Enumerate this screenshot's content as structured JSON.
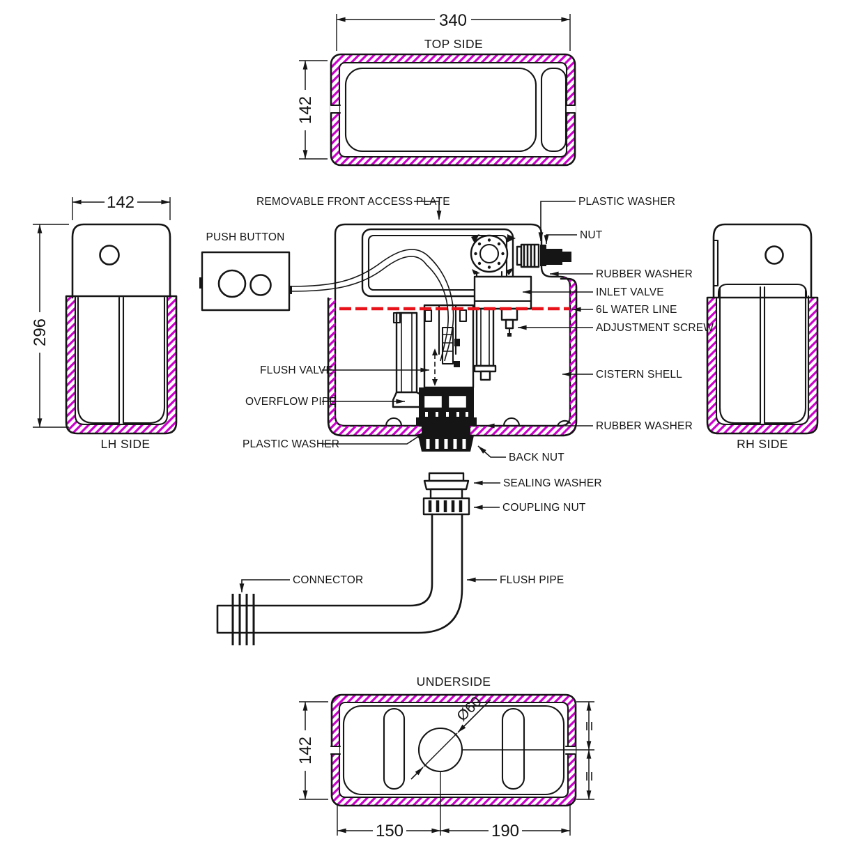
{
  "drawing": {
    "views": {
      "top": {
        "title": "TOP SIDE",
        "dim_width": "340",
        "dim_depth": "142"
      },
      "lh": {
        "title": "LH SIDE",
        "dim_width": "142",
        "dim_height": "296"
      },
      "rh": {
        "title": "RH SIDE"
      },
      "underside": {
        "title": "UNDERSIDE",
        "dim_depth": "142",
        "dim_outlet_left": "150",
        "dim_outlet_right": "190",
        "dim_outlet_diameter": "Ø60"
      }
    },
    "callouts": {
      "removable_front_access_plate": "REMOVABLE FRONT ACCESS PLATE",
      "push_button": "PUSH BUTTON",
      "plastic_washer_top": "PLASTIC WASHER",
      "nut": "NUT",
      "rubber_washer_top": "RUBBER WASHER",
      "inlet_valve": "INLET VALVE",
      "water_line": "6L WATER LINE",
      "adjustment_screw": "ADJUSTMENT SCREW",
      "cistern_shell": "CISTERN SHELL",
      "flush_valve": "FLUSH VALVE",
      "overflow_pipe": "OVERFLOW PIPE",
      "rubber_washer_bottom": "RUBBER WASHER",
      "plastic_washer_bottom": "PLASTIC WASHER",
      "back_nut": "BACK NUT",
      "sealing_washer": "SEALING WASHER",
      "coupling_nut": "COUPLING NUT",
      "connector": "CONNECTOR",
      "flush_pipe": "FLUSH PIPE"
    },
    "colors": {
      "line": "#151515",
      "hatch": "#cc00cc",
      "water_line": "#e8121a"
    }
  }
}
